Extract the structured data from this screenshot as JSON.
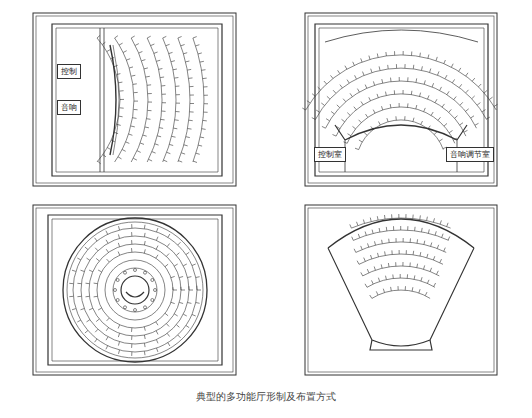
{
  "diagram": {
    "caption": "典型的多功能厅形制及布置方式",
    "nodes": [
      {
        "text": [
          "控制"
        ]
      },
      {
        "text": [
          "音响"
        ]
      },
      {
        "text": [
          "控制室"
        ]
      },
      {
        "text": [
          "音响调节室"
        ]
      }
    ]
  }
}
